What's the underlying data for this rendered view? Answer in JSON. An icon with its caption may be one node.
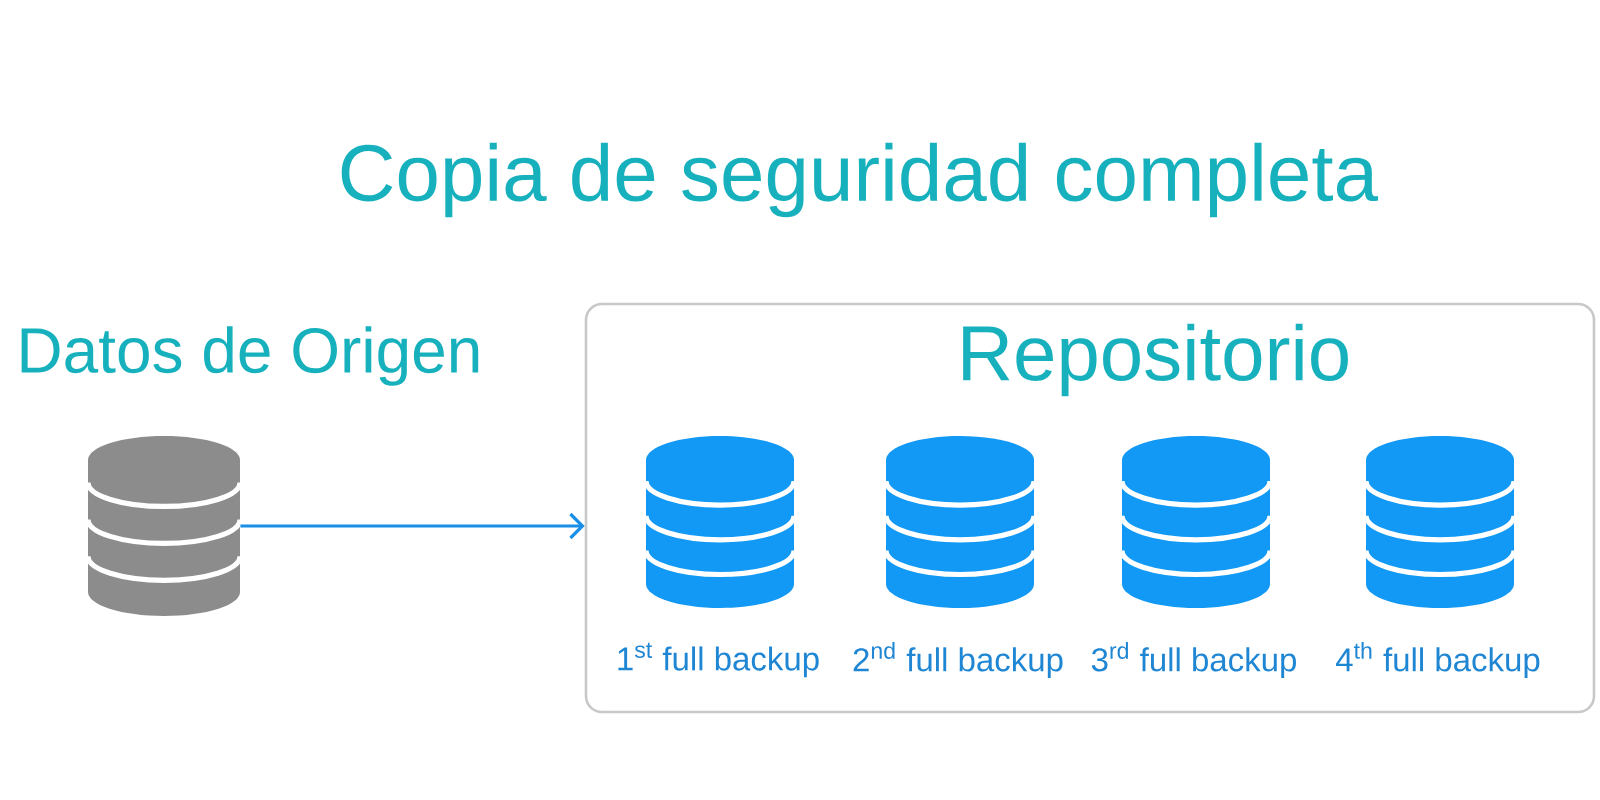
{
  "diagram": {
    "title": "Copia de seguridad completa",
    "nodes": [
      {
        "text": [
          "Datos de Origen"
        ]
      },
      {
        "text": [
          "Repositorio"
        ]
      },
      {
        "text": [
          "1$^{st}$ full backup"
        ],
        "in": 1
      },
      {
        "text": [
          "2$^{nd}$ full backup"
        ],
        "in": 1
      },
      {
        "text": [
          "3$^{rd}$ full backup"
        ],
        "in": 1
      },
      {
        "text": [
          "4$^{th}$ full backup"
        ],
        "in": 1
      }
    ],
    "edges": [
      {
        "from": 0,
        "to": 1,
        "arrow": "to"
      }
    ]
  }
}
